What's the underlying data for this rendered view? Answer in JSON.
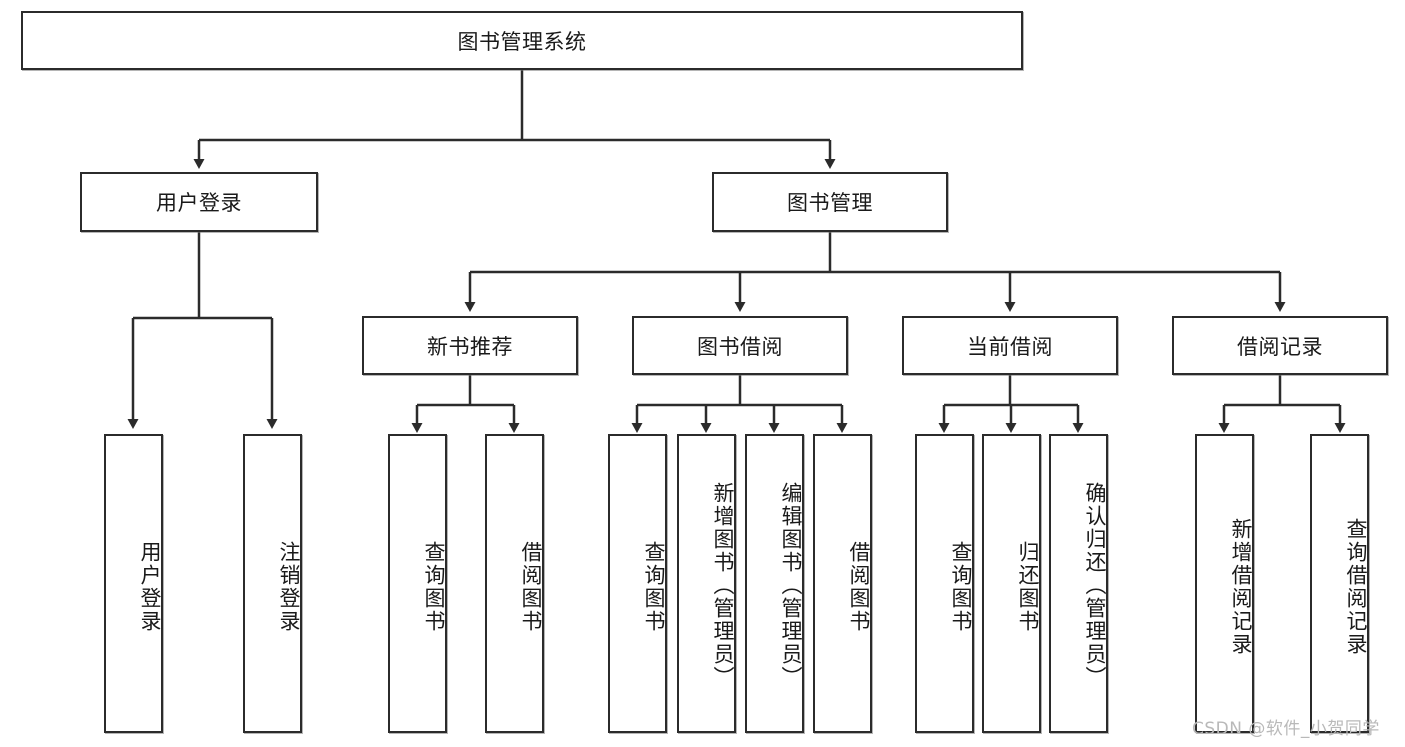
{
  "diagram": {
    "type": "tree",
    "title": "图书管理系统",
    "root": {
      "id": "root",
      "label": "图书管理系统",
      "orientation": "horizontal"
    },
    "level1": [
      {
        "id": "user-login",
        "label": "用户登录",
        "orientation": "horizontal"
      },
      {
        "id": "book-management",
        "label": "图书管理",
        "orientation": "horizontal"
      }
    ],
    "level2": [
      {
        "id": "new-book-recommend",
        "label": "新书推荐",
        "orientation": "horizontal",
        "parent": "book-management"
      },
      {
        "id": "book-borrow",
        "label": "图书借阅",
        "orientation": "horizontal",
        "parent": "book-management"
      },
      {
        "id": "current-borrow",
        "label": "当前借阅",
        "orientation": "horizontal",
        "parent": "book-management"
      },
      {
        "id": "borrow-record",
        "label": "借阅记录",
        "orientation": "horizontal",
        "parent": "book-management"
      }
    ],
    "leaves": [
      {
        "id": "leaf-user-login",
        "label": "用户登录",
        "orientation": "vertical",
        "parent": "user-login"
      },
      {
        "id": "leaf-logout",
        "label": "注销登录",
        "orientation": "vertical",
        "parent": "user-login"
      },
      {
        "id": "leaf-query-book-1",
        "label": "查询图书",
        "orientation": "vertical",
        "parent": "new-book-recommend"
      },
      {
        "id": "leaf-borrow-book-1",
        "label": "借阅图书",
        "orientation": "vertical",
        "parent": "new-book-recommend"
      },
      {
        "id": "leaf-query-book-2",
        "label": "查询图书",
        "orientation": "vertical",
        "parent": "book-borrow"
      },
      {
        "id": "leaf-add-book",
        "label": "新增图书（管理员）",
        "orientation": "vertical",
        "parent": "book-borrow"
      },
      {
        "id": "leaf-edit-book",
        "label": "编辑图书（管理员）",
        "orientation": "vertical",
        "parent": "book-borrow"
      },
      {
        "id": "leaf-borrow-book-2",
        "label": "借阅图书",
        "orientation": "vertical",
        "parent": "book-borrow"
      },
      {
        "id": "leaf-query-book-3",
        "label": "查询图书",
        "orientation": "vertical",
        "parent": "current-borrow"
      },
      {
        "id": "leaf-return-book",
        "label": "归还图书",
        "orientation": "vertical",
        "parent": "current-borrow"
      },
      {
        "id": "leaf-confirm-return",
        "label": "确认归还（管理员）",
        "orientation": "vertical",
        "parent": "current-borrow"
      },
      {
        "id": "leaf-add-record",
        "label": "新增借阅记录",
        "orientation": "vertical",
        "parent": "borrow-record"
      },
      {
        "id": "leaf-query-record",
        "label": "查询借阅记录",
        "orientation": "vertical",
        "parent": "borrow-record"
      }
    ],
    "colors": {
      "stroke": "#2b2b2b",
      "fill": "#ffffff",
      "text": "#1a1a1a",
      "watermark": "#b9b9b9"
    }
  },
  "watermark": {
    "text": "CSDN @软件_小贺同学"
  }
}
